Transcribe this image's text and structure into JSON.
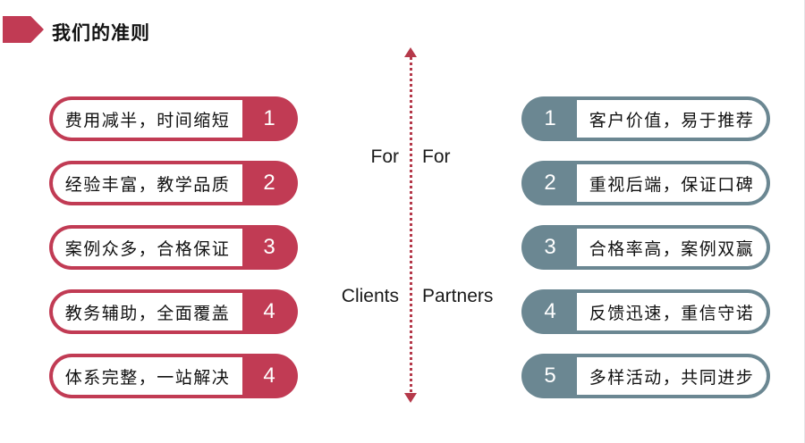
{
  "slide": {
    "title": "我们的准则"
  },
  "icons": {
    "title_arrow": "pentagon-right-arrow",
    "divider_top": "triangle-up",
    "divider_bottom": "triangle-down"
  },
  "colors": {
    "client_accent": "#C13B54",
    "partner_accent": "#6B8792",
    "divider": "#B5394A",
    "text": "#111111",
    "background": "#FFFFFF"
  },
  "clients": {
    "label_line1": "For",
    "label_line2": "Clients",
    "items": [
      {
        "number": "1",
        "text": "费用减半，时间缩短"
      },
      {
        "number": "2",
        "text": "经验丰富，教学品质"
      },
      {
        "number": "3",
        "text": "案例众多，合格保证"
      },
      {
        "number": "4",
        "text": "教务辅助，全面覆盖"
      },
      {
        "number": "4",
        "text": "体系完整，一站解决"
      }
    ]
  },
  "partners": {
    "label_line1": "For",
    "label_line2": "Partners",
    "items": [
      {
        "number": "1",
        "text": "客户价值，易于推荐"
      },
      {
        "number": "2",
        "text": "重视后端，保证口碑"
      },
      {
        "number": "3",
        "text": "合格率高，案例双赢"
      },
      {
        "number": "4",
        "text": "反馈迅速，重信守诺"
      },
      {
        "number": "5",
        "text": "多样活动，共同进步"
      }
    ]
  }
}
